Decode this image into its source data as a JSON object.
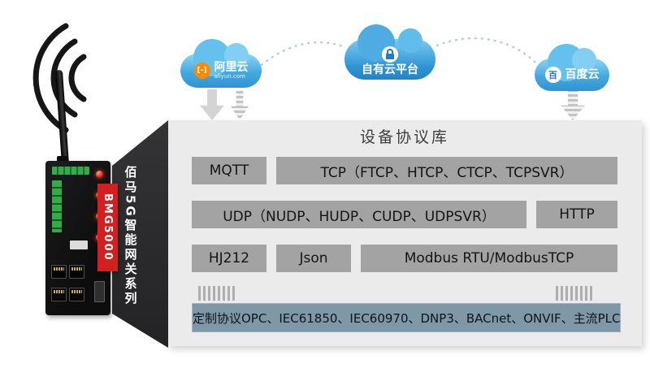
{
  "device": {
    "series": "佰马5G智能网关系列",
    "model": "BMG5000"
  },
  "clouds": {
    "aliyun": {
      "label": "阿里云",
      "sub": "aliyun.com",
      "logo_glyph": "[-]"
    },
    "private": {
      "label": "自有云平台"
    },
    "baidu": {
      "label": "百度云",
      "logo_glyph": "百"
    }
  },
  "panel": {
    "title": "设备协议库",
    "rows": [
      [
        "MQTT",
        "TCP（FTCP、HTCP、CTCP、TCPSVR）"
      ],
      [
        "UDP（NUDP、HUDP、CUDP、UDPSVR）",
        "HTTP"
      ],
      [
        "HJ212",
        "Json",
        "Modbus RTU/ModbusTCP"
      ],
      [
        "定制协议OPC、IEC61850、IEC60970、DNP3、BACnet、ONVIF、主流PLC"
      ]
    ]
  },
  "colors": {
    "accent_red": "#d21f1f",
    "cloud_blue": "#2f93d2",
    "panel_gray": "#ebebeb",
    "box_gray": "#a3a3a3",
    "bottom_box_blue_gray": "#7e98a7",
    "funnel_dark": "#2b2b2d"
  },
  "icons": {
    "wifi_signal": "wifi-arcs",
    "lock": "padlock",
    "aliyun_logo": "orange-circle-brackets",
    "baidu_logo": "white-circle-paw"
  }
}
